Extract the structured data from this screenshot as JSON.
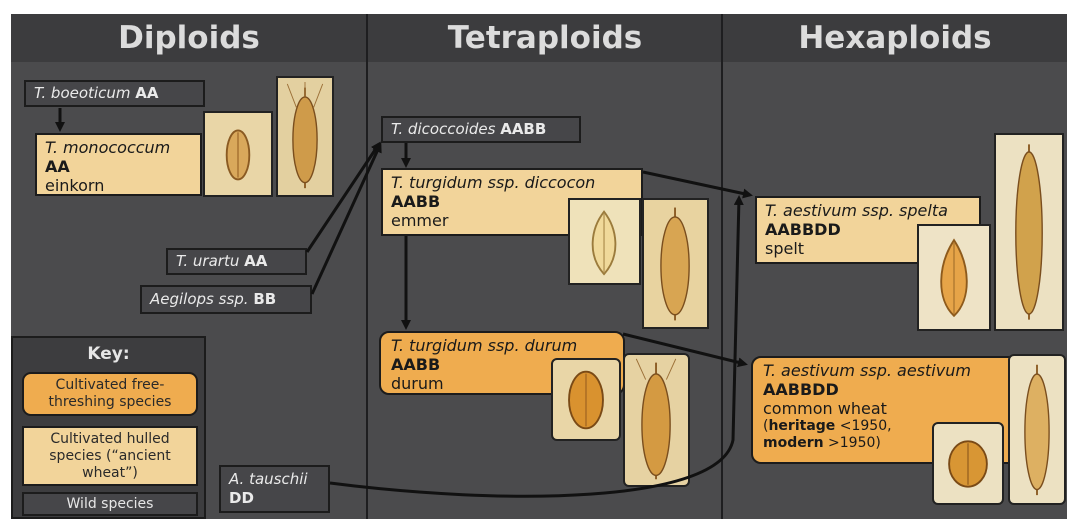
{
  "columns": {
    "diploids": "Diploids",
    "tetraploids": "Tetraploids",
    "hexaploids": "Hexaploids"
  },
  "species": {
    "boeoticum": {
      "name": "T. boeoticum",
      "genome": "AA"
    },
    "monococcum": {
      "name": "T. monococcum",
      "genome": "AA",
      "common": "einkorn"
    },
    "urartu": {
      "name": "T. urartu",
      "genome": "AA"
    },
    "aegilops": {
      "name": "Aegilops ssp.",
      "genome": "BB"
    },
    "tauschii": {
      "name": "A. tauschii",
      "genome": "DD"
    },
    "dicoccoides": {
      "name": "T. dicoccoides",
      "genome": "AABB"
    },
    "diccocon": {
      "name": "T. turgidum ssp. diccocon",
      "genome": "AABB",
      "common": "emmer"
    },
    "durum": {
      "name": "T. turgidum ssp. durum",
      "genome": "AABB",
      "common": "durum"
    },
    "spelta": {
      "name": "T. aestivum ssp. spelta",
      "genome": "AABBDD",
      "common": "spelt"
    },
    "aestivum": {
      "name": "T. aestivum ssp. aestivum",
      "genome": "AABBDD",
      "common": "common wheat",
      "heritage_label": "heritage",
      "heritage_value": "<1950,",
      "modern_label": "modern",
      "modern_value": ">1950)",
      "open_paren": "("
    }
  },
  "key": {
    "title": "Key:",
    "free_threshing": "Cultivated free-threshing species",
    "hulled": "Cultivated hulled species (“ancient wheat”)",
    "wild": "Wild species"
  },
  "colors": {
    "background": "#4b4b4d",
    "header": "#3c3c3e",
    "free_threshing": "#efac4f",
    "hulled": "#f2d49a",
    "wild": "#464649",
    "photo_background": "#e9d39e",
    "grain": "#d99a3a"
  }
}
